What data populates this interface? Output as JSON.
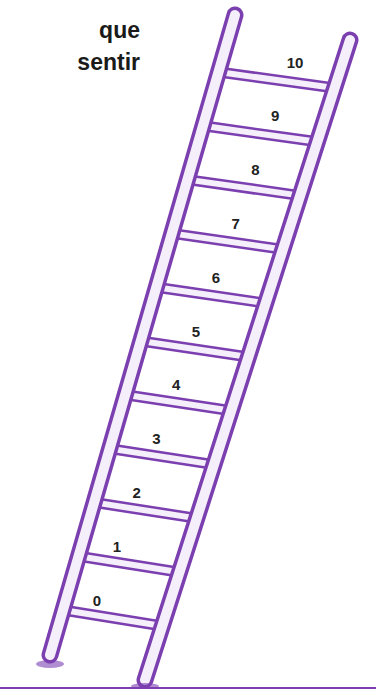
{
  "diagram": {
    "labels": [
      "que",
      "sentir",
      "10",
      "9",
      "8",
      "7",
      "6",
      "5",
      "4",
      "3",
      "2",
      "1",
      "0"
    ]
  }
}
